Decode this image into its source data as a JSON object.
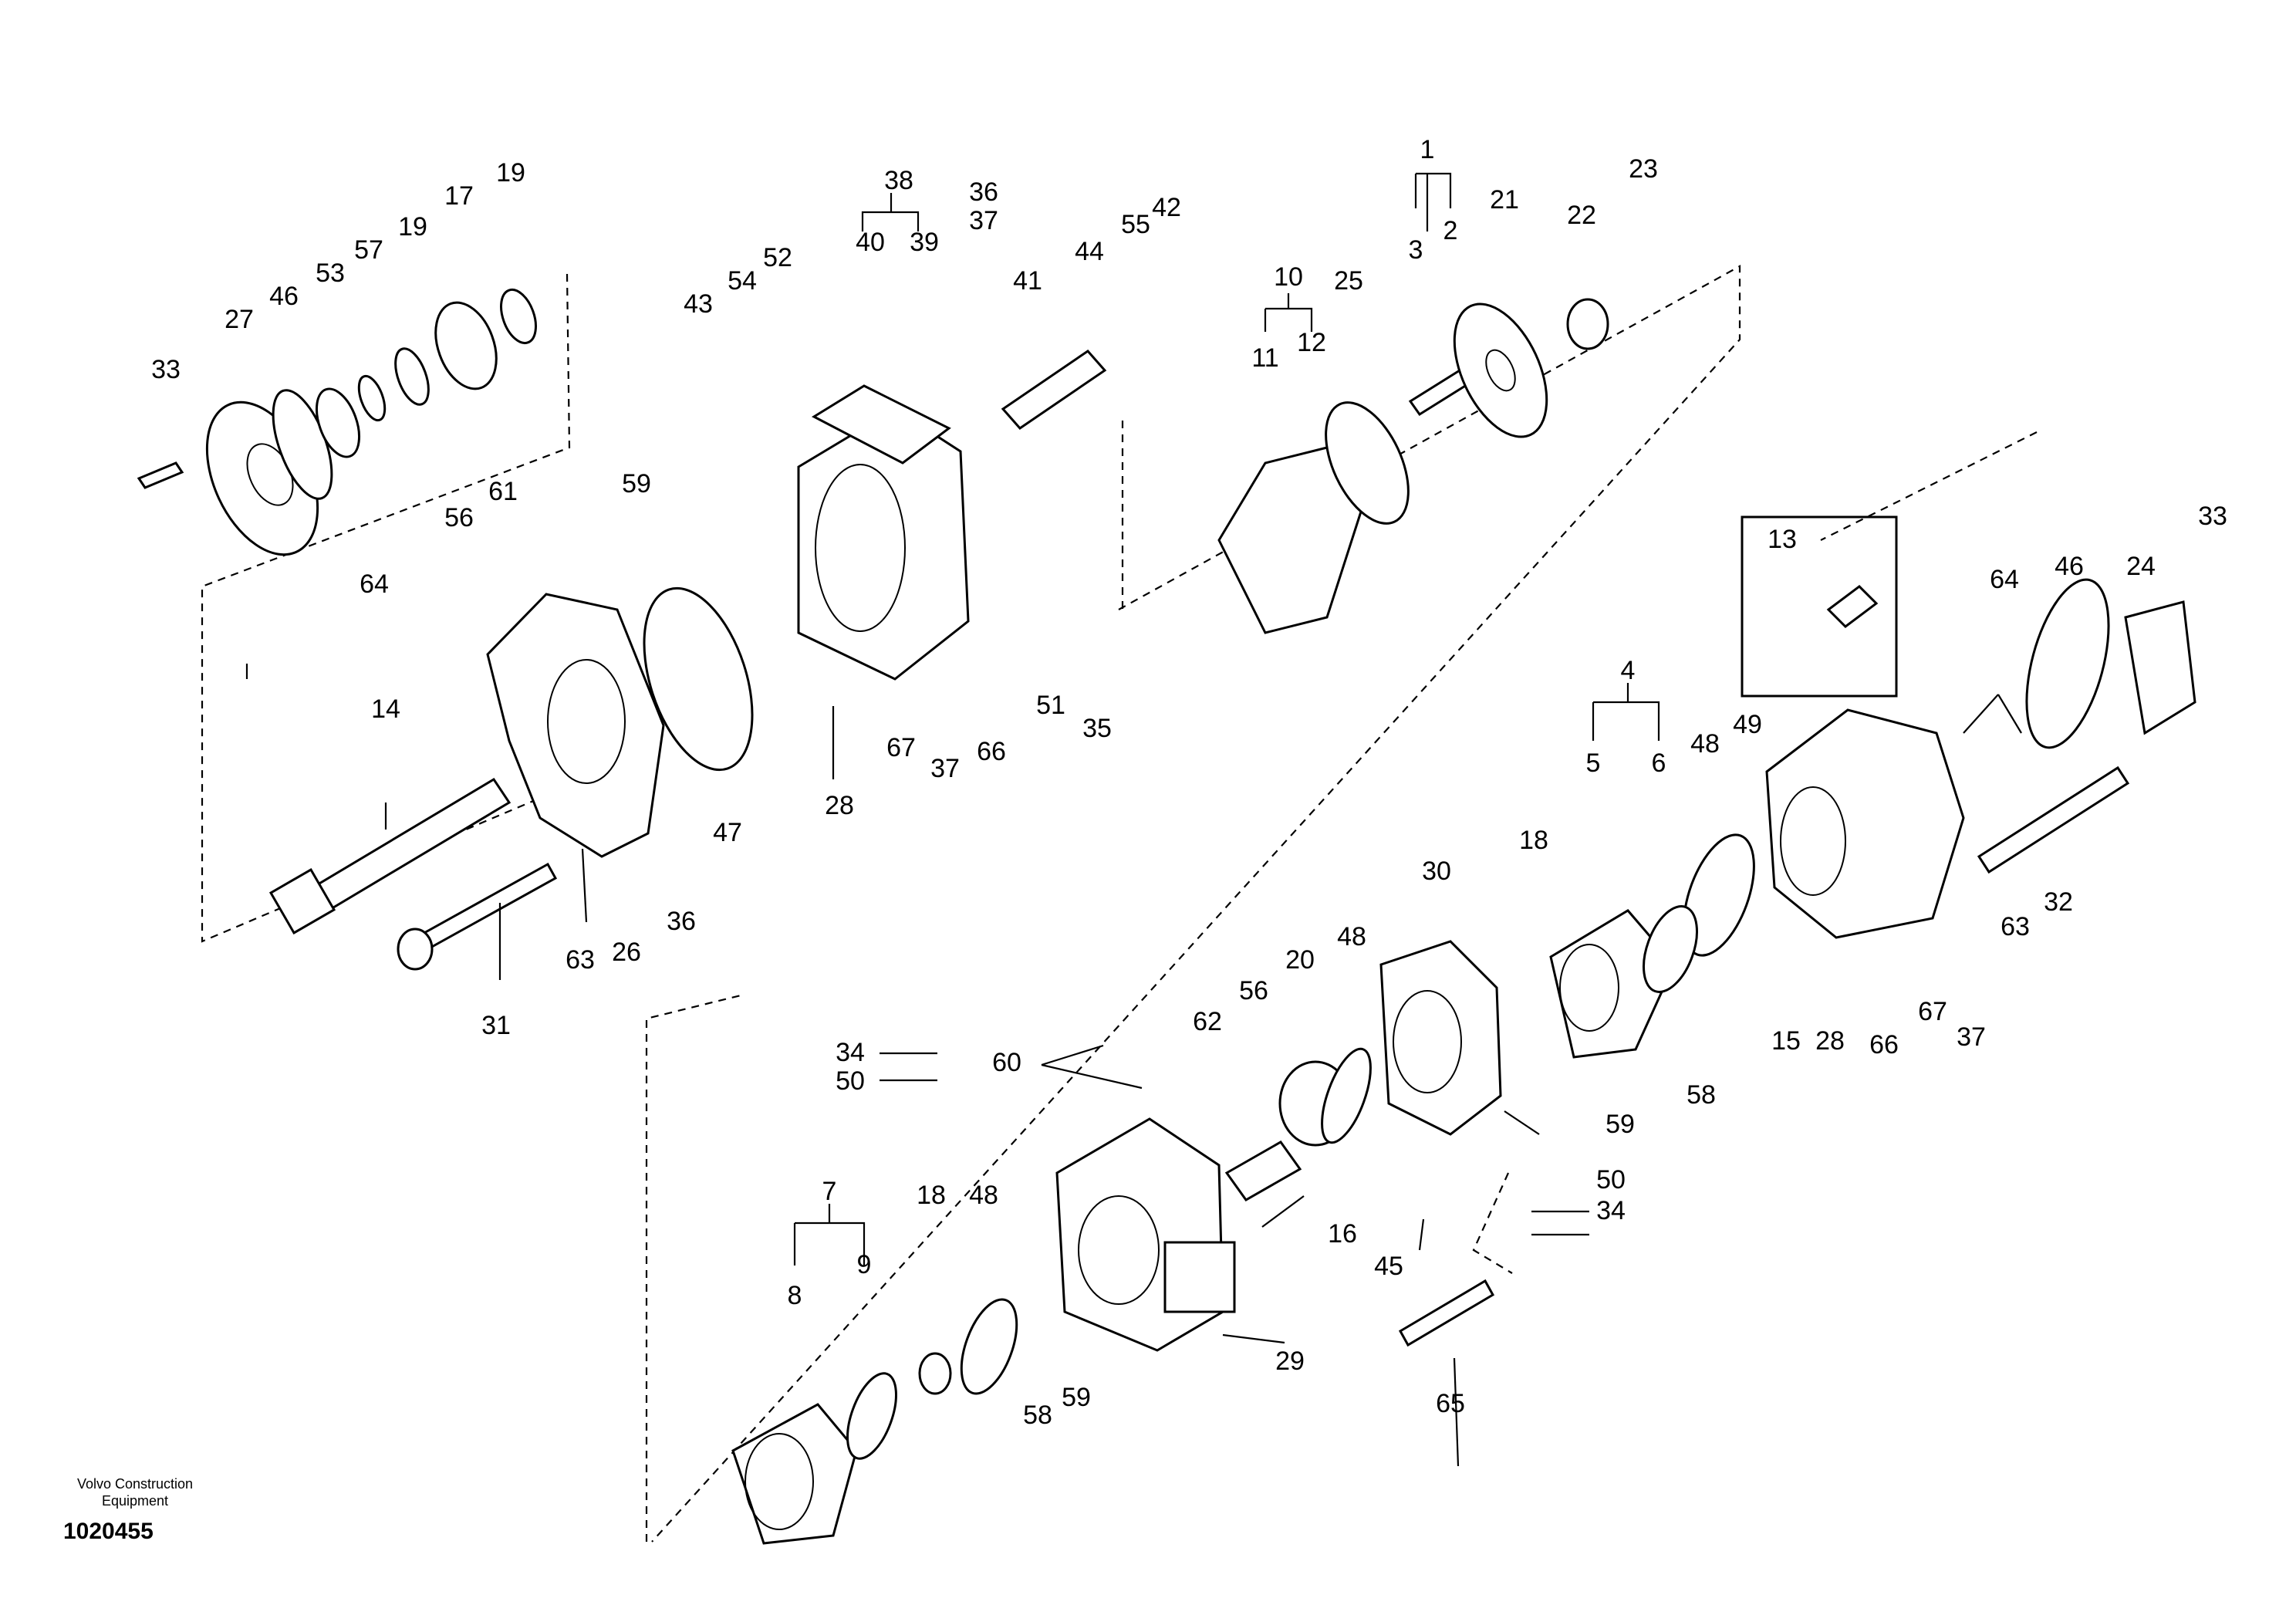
{
  "diagram": {
    "labels": [
      "1",
      "2",
      "3",
      "4",
      "5",
      "6",
      "7",
      "8",
      "9",
      "10",
      "11",
      "12",
      "13",
      "14",
      "15",
      "16",
      "17",
      "18",
      "18",
      "19",
      "19",
      "20",
      "21",
      "22",
      "23",
      "24",
      "25",
      "26",
      "27",
      "28",
      "28",
      "29",
      "30",
      "31",
      "32",
      "33",
      "33",
      "34",
      "34",
      "35",
      "36",
      "36",
      "37",
      "37",
      "37",
      "38",
      "39",
      "40",
      "41",
      "42",
      "43",
      "44",
      "45",
      "46",
      "46",
      "47",
      "48",
      "48",
      "48",
      "49",
      "50",
      "50",
      "51",
      "52",
      "53",
      "54",
      "55",
      "56",
      "56",
      "57",
      "58",
      "58",
      "59",
      "59",
      "59",
      "60",
      "61",
      "62",
      "63",
      "63",
      "64",
      "64",
      "65",
      "66",
      "66",
      "67",
      "67"
    ]
  },
  "credit": {
    "line1": "Volvo Construction",
    "line2": "Equipment"
  },
  "drawing_number": "1020455"
}
